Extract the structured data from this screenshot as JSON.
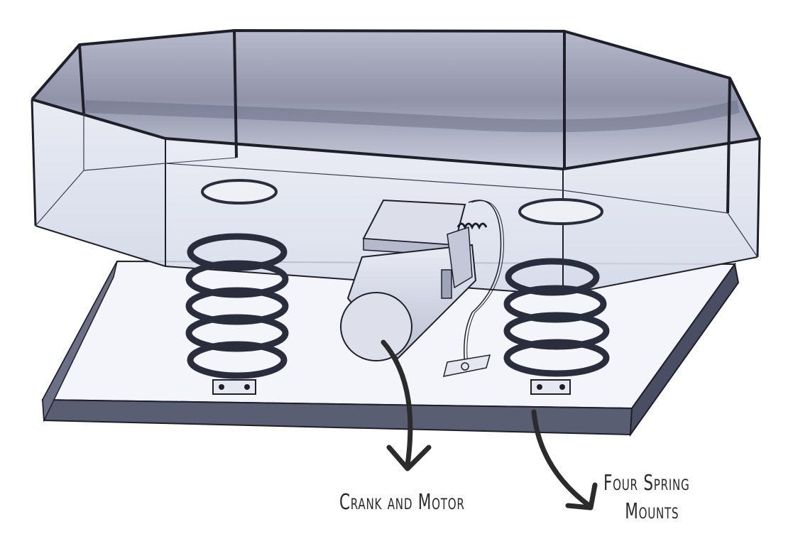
{
  "annotations": {
    "crank_motor": "Crank and Motor",
    "spring_mounts_line1": "Four Spring",
    "spring_mounts_line2": "Mounts"
  },
  "colors": {
    "ink": "#1f1f2a",
    "marker_grey": "#8e93ab",
    "marker_light": "#c9d0e4",
    "paper": "#ffffff"
  }
}
